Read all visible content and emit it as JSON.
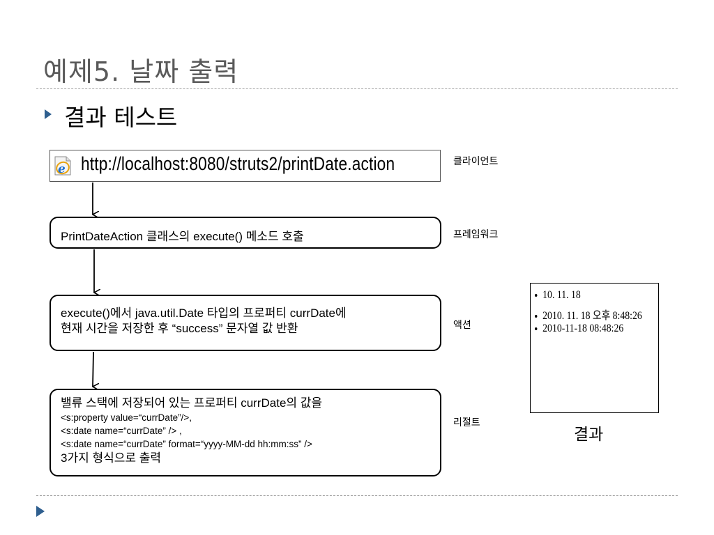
{
  "slide": {
    "title": "예제5. 날짜 출력",
    "bullet": "결과 테스트"
  },
  "browser": {
    "icon": "internet-explorer-icon",
    "url": "http://localhost:8080/struts2/printDate.action"
  },
  "flow": {
    "step1": "PrintDateAction 클래스의 execute() 메소드 호출",
    "step2": {
      "line1": "execute()에서 java.util.Date 타입의 프로퍼티 currDate에",
      "line2": "현재 시간을 저장한 후 “success” 문자열 값 반환"
    },
    "step3": {
      "line1": "밸류 스택에 저장되어 있는 프로퍼티 currDate의 값을",
      "line2": "<s:property value=“currDate”/>,",
      "line3": "<s:date name=“currDate” /> ,",
      "line4": "<s:date name=“currDate” format=“yyyy-MM-dd hh:mm:ss” />",
      "line5": "3가지 형식으로 출력"
    }
  },
  "labels": {
    "client": "클라이언트",
    "framework": "프레임워크",
    "action": "액션",
    "result": "리절트"
  },
  "result": {
    "items": [
      "10. 11. 18",
      "2010. 11. 18 오후 8:48:26",
      "2010-11-18 08:48:26"
    ],
    "caption": "결과"
  },
  "colors": {
    "title": "#595959",
    "bullet_marker": "#2f5f8f",
    "rule": "#a0a0a0"
  }
}
